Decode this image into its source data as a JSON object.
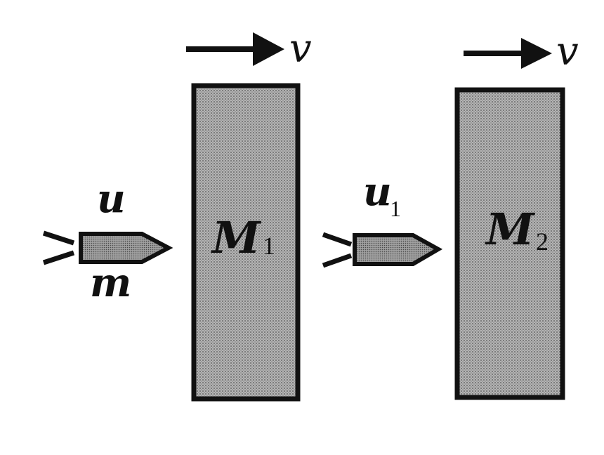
{
  "labels": {
    "velocity_block1": "v",
    "velocity_block2": "v",
    "bullet1_speed": "u",
    "bullet1_mass": "m",
    "bullet2_speed_symbol": "u",
    "bullet2_speed_subscript": "1",
    "block1_symbol": "M",
    "block1_subscript": "1",
    "block2_symbol": "M",
    "block2_subscript": "2"
  },
  "colors": {
    "ink": "#111111",
    "block_fill": "#a8a8a8",
    "bullet_fill": "#9a9a9a",
    "background": "#ffffff"
  }
}
